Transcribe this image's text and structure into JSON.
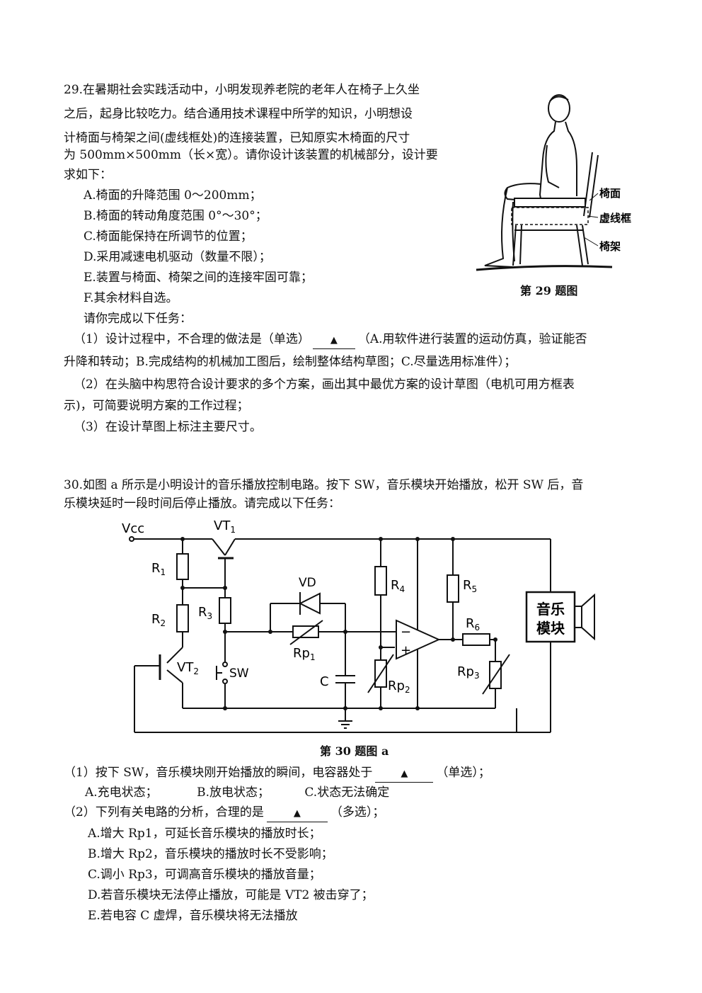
{
  "q29": {
    "intro_lines": [
      "29.在暑期社会实践活动中，小明发现养老院的老年人在椅子上久坐",
      "之后，起身比较吃力。结合通用技术课程中所学的知识，小明想设",
      "计椅面与椅架之间(虚线框处)的连接装置，已知原实木椅面的尺寸",
      "为 500mm×500mm（长×宽）。请你设计该装置的机械部分，设计要",
      "求如下："
    ],
    "requirements": [
      "A.椅面的升降范围 0～200mm；",
      "B.椅面的转动角度范围 0°～30°；",
      "C.椅面能保持在所调节的位置；",
      "D.采用减速电机驱动（数量不限）；",
      "E.装置与椅面、椅架之间的连接牢固可靠；",
      "F.其余材料自选。"
    ],
    "task_intro": "请你完成以下任务：",
    "task1_a": "（1）设计过程中，不合理的做法是（单选）",
    "task1_b": "（A.用软件进行装置的运动仿真，验证能否",
    "task1_c": "升降和转动；B.完成结构的机械加工图后，绘制整体结构草图；C.尽量选用标准件）；",
    "task2_a": "（2）在头脑中构思符合设计要求的多个方案，画出其中最优方案的设计草图（电机可用方框表",
    "task2_b": "示)，可简要说明方案的工作过程；",
    "task3": "（3）在设计草图上标注主要尺寸。",
    "blank_mark": "▲",
    "figure": {
      "label_seat": "椅面",
      "label_dashed": "虚线框",
      "label_frame": "椅架",
      "caption": "第 29 题图"
    }
  },
  "q30": {
    "intro_a": "30.如图 a 所示是小明设计的音乐播放控制电路。按下 SW，音乐模块开始播放，松开 SW 后，音",
    "intro_b": "乐模块延时一段时间后停止播放。请完成以下任务：",
    "circuit": {
      "vcc": "Vcc",
      "vt1": "VT",
      "vt1_sub": "1",
      "r1": "R",
      "r1_sub": "1",
      "r2": "R",
      "r2_sub": "2",
      "r3": "R",
      "r3_sub": "3",
      "r4": "R",
      "r4_sub": "4",
      "r5": "R",
      "r5_sub": "5",
      "r6": "R",
      "r6_sub": "6",
      "vd": "VD",
      "rp1": "Rp",
      "rp1_sub": "1",
      "rp2": "Rp",
      "rp2_sub": "2",
      "rp3": "Rp",
      "rp3_sub": "3",
      "c": "C",
      "sw": "SW",
      "vt2": "VT",
      "vt2_sub": "2",
      "music_line1": "音乐",
      "music_line2": "模块",
      "minus": "−",
      "plus": "+"
    },
    "caption": "第 30 题图 a",
    "task1": "（1）按下 SW，音乐模块刚开始播放的瞬间，电容器处于",
    "task1_tail": "（单选）；",
    "task1_options": [
      "A.充电状态；",
      "B.放电状态；",
      "C.状态无法确定"
    ],
    "task2": "（2）下列有关电路的分析，合理的是",
    "task2_tail": "（多选）；",
    "task2_options": [
      "A.增大 Rp1，可延长音乐模块的播放时长；",
      "B.增大 Rp2，音乐模块的播放时长不受影响；",
      "C.调小 Rp3，可调高音乐模块的播放音量；",
      "D.若音乐模块无法停止播放，可能是 VT2 被击穿了；",
      "E.若电容 C 虚焊，音乐模块将无法播放"
    ]
  }
}
